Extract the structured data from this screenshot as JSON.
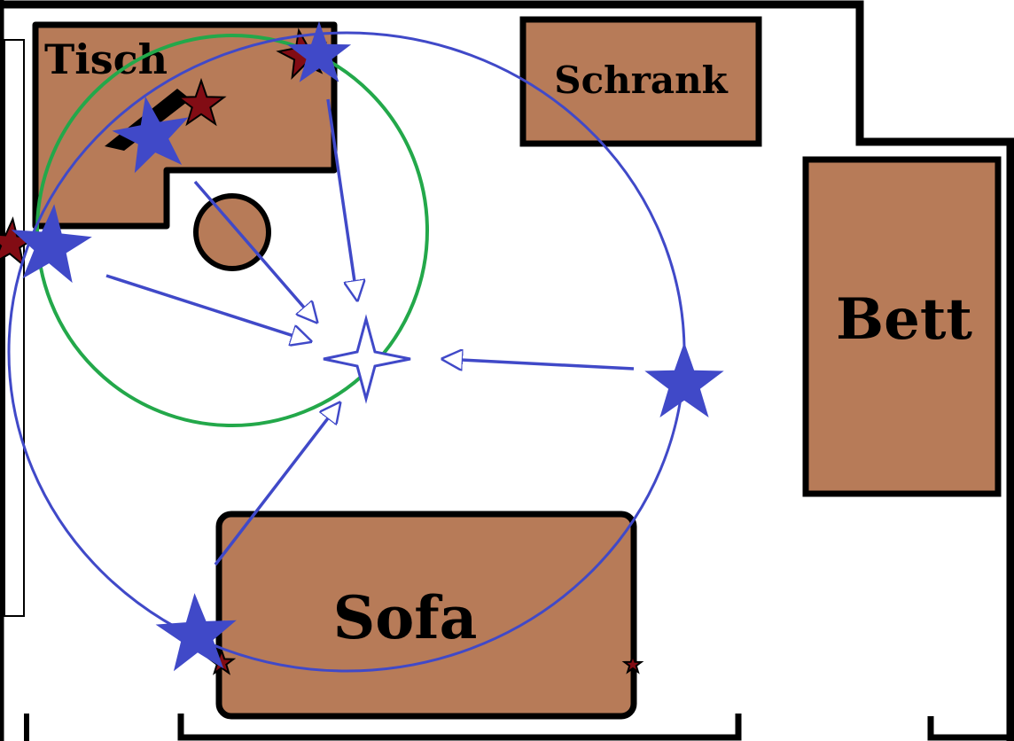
{
  "furniture": {
    "table": {
      "label": "Tisch"
    },
    "cabinet": {
      "label": "Schrank"
    },
    "bed": {
      "label": "Bett"
    },
    "sofa": {
      "label": "Sofa"
    }
  },
  "colors": {
    "furniture": "#b77b58",
    "wall": "#000000",
    "blue_star": "#4049c8",
    "red_star": "#820c14",
    "green_circle": "#23a84a"
  }
}
